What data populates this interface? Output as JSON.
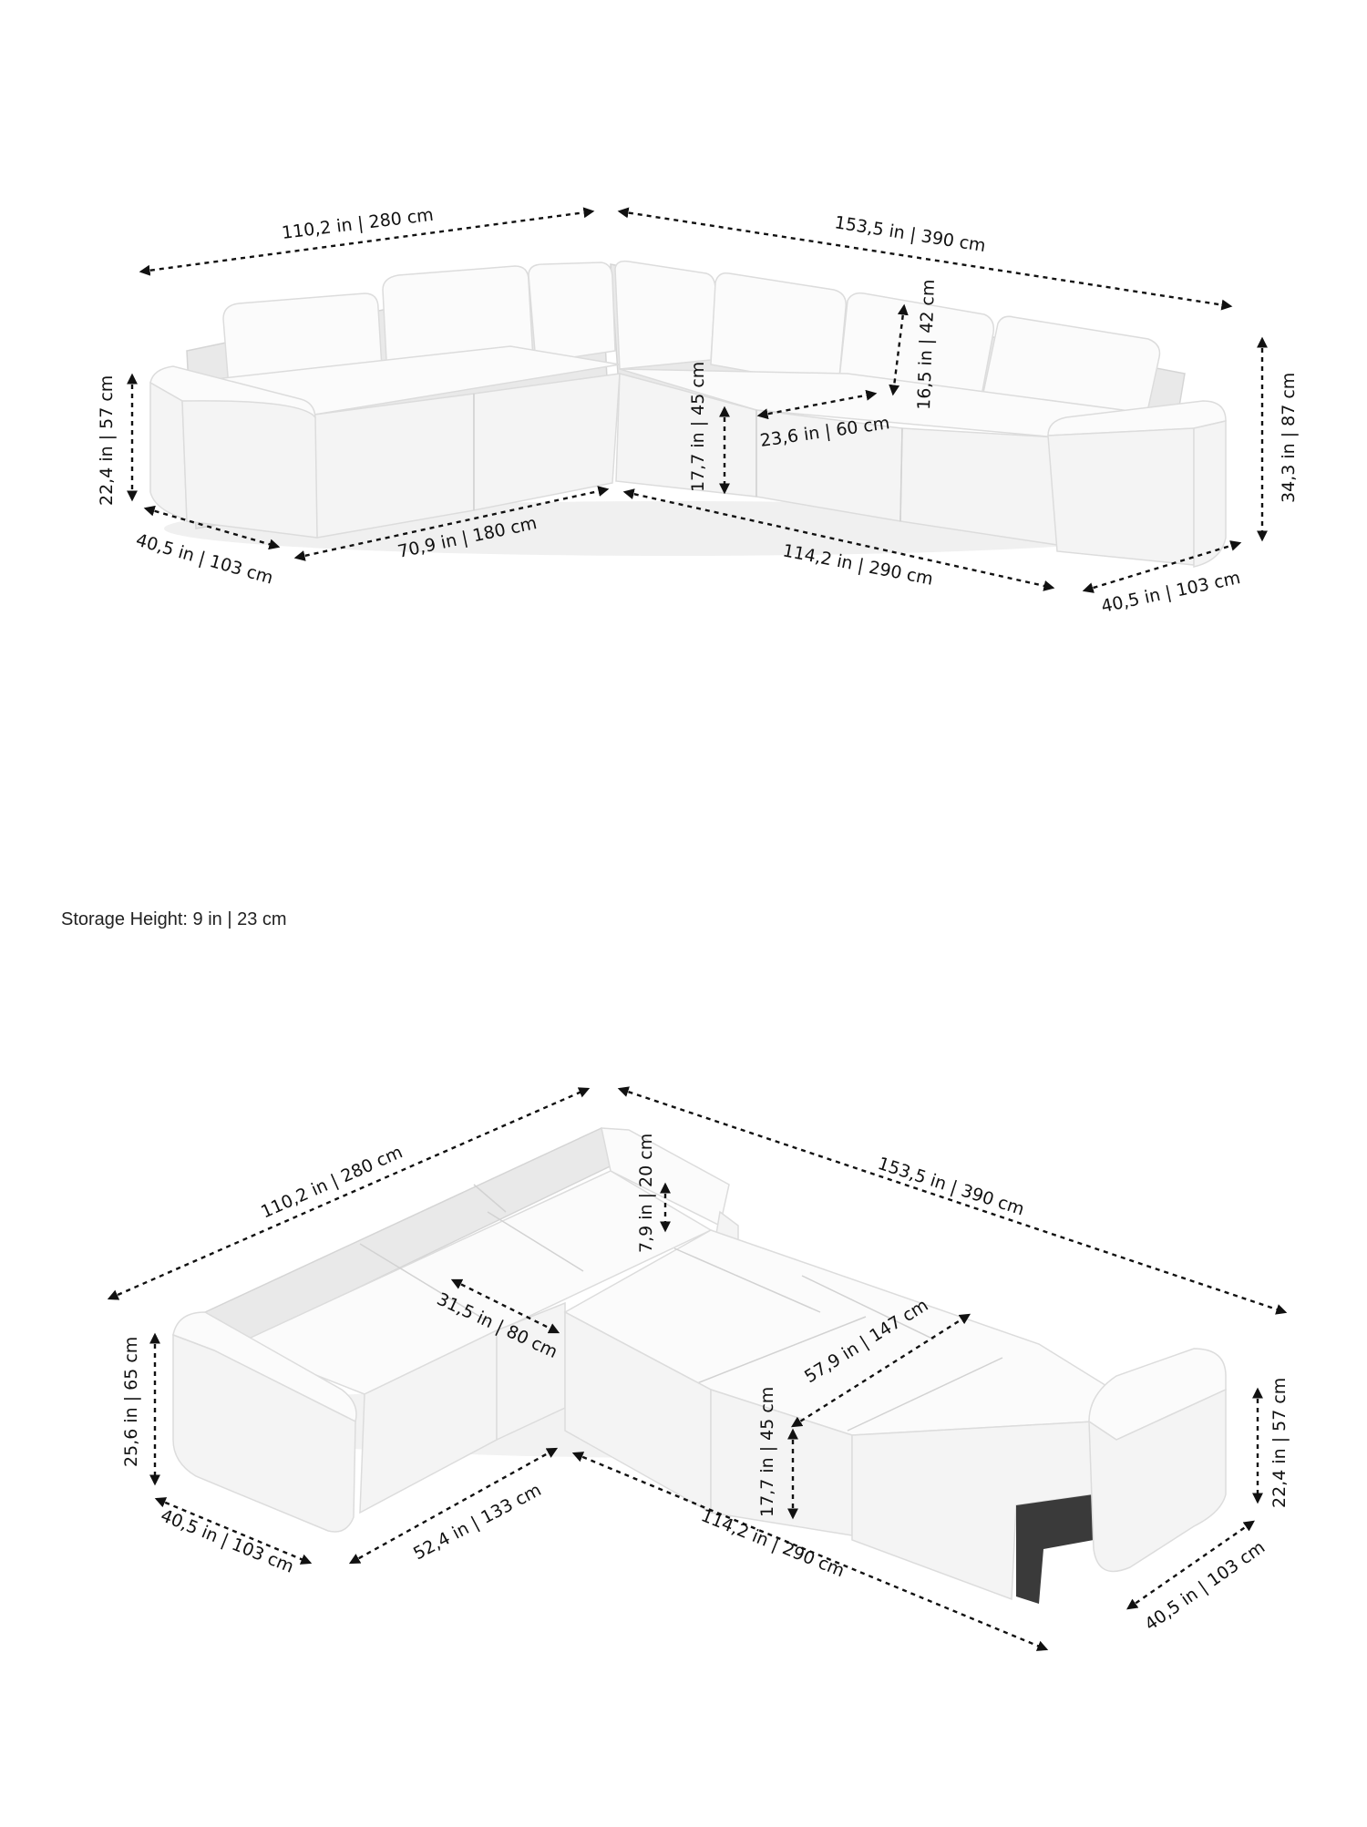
{
  "note": {
    "storage_height": "Storage Height: 9 in | 23 cm"
  },
  "top_view": {
    "dimensions": {
      "left_back_length": "110,2 in | 280 cm",
      "right_back_length": "153,5 in | 390 cm",
      "left_height": "22,4 in | 57 cm",
      "right_height": "34,3 in | 87 cm",
      "left_depth": "40,5 in | 103 cm",
      "right_depth": "40,5 in | 103 cm",
      "left_front_length": "70,9 in | 180 cm",
      "right_front_length": "114,2 in | 290 cm",
      "seat_height": "17,7 in | 45 cm",
      "cushion_height": "16,5 in | 42 cm",
      "seat_width": "23,6 in | 60 cm"
    }
  },
  "bottom_view": {
    "dimensions": {
      "left_back_length": "110,2 in | 280 cm",
      "right_back_length": "153,5 in | 390 cm",
      "left_height": "25,6 in | 65 cm",
      "right_height": "22,4 in | 57 cm",
      "left_depth": "40,5 in | 103  cm",
      "right_depth": "40,5 in | 103 cm",
      "left_front_length": "52,4 in | 133 cm",
      "right_front_length": "114,2 in | 290 cm",
      "seat_height": "17,7 in | 45 cm",
      "backrest_height": "7,9 in | 20 cm",
      "seat_depth": "31,5 in | 80 cm",
      "bed_width": "57,9 in | 147 cm"
    }
  }
}
